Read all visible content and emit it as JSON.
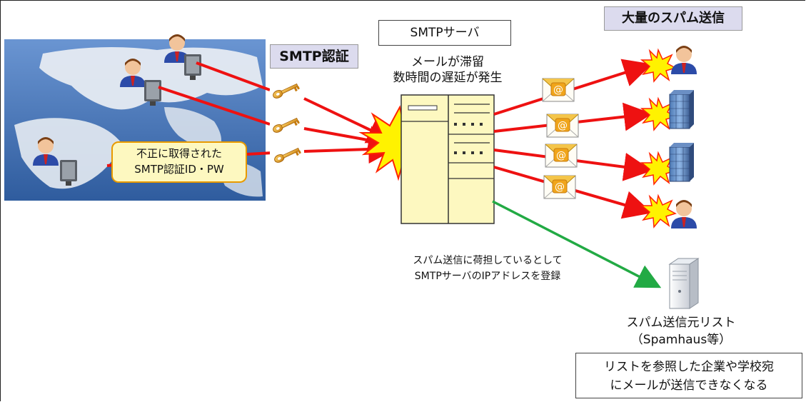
{
  "labels": {
    "smtp_auth": "SMTP認証",
    "smtp_server": "SMTPサーバ",
    "mass_spam": "大量のスパム送信",
    "mail_stuck_line1": "メールが滞留",
    "mail_stuck_line2": "数時間の遅延が発生",
    "stolen_credentials_line1": "不正に取得された",
    "stolen_credentials_line2": "SMTP認証ID・PW",
    "register_line1": "スパム送信に荷担しているとして",
    "register_line2": "SMTPサーバのIPアドレスを登録",
    "blacklist_line1": "スパム送信元リスト",
    "blacklist_line2": "（Spamhaus等）",
    "result_line1": "リストを参照した企業や学校宛",
    "result_line2": "にメールが送信できなくなる"
  },
  "icons": {
    "envelope_symbol": "@"
  },
  "colors": {
    "attack_arrow": "#ee1111",
    "report_arrow": "#22aa44",
    "server_fill": "#fdf8c0",
    "burst": "#fff200",
    "burst_outline": "#ff2200",
    "key": "#e8a11c",
    "map_ocean": "#3f6fb3",
    "label_bg": "#dcdbee"
  }
}
